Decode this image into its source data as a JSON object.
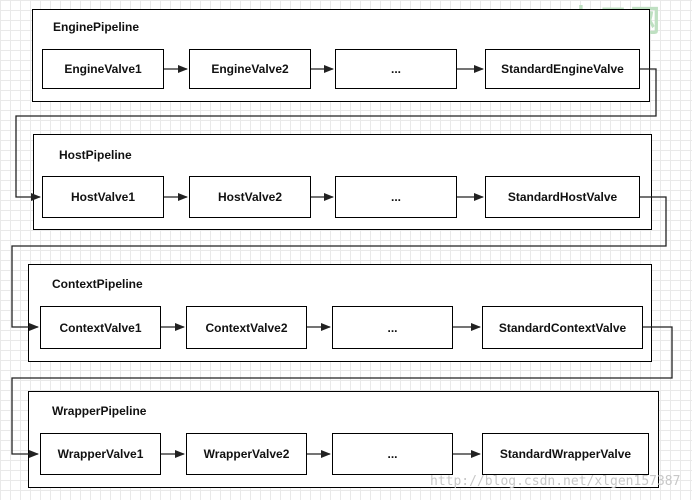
{
  "watermark": {
    "logo": "吉云网",
    "url": "http://blog.csdn.net/xlgen157387"
  },
  "pipelines": [
    {
      "title": "EnginePipeline",
      "valves": [
        "EngineValve1",
        "EngineValve2",
        "...",
        "StandardEngineValve"
      ]
    },
    {
      "title": "HostPipeline",
      "valves": [
        "HostValve1",
        "HostValve2",
        "...",
        "StandardHostValve"
      ]
    },
    {
      "title": "ContextPipeline",
      "valves": [
        "ContextValve1",
        "ContextValve2",
        "...",
        "StandardContextValve"
      ]
    },
    {
      "title": "WrapperPipeline",
      "valves": [
        "WrapperValve1",
        "WrapperValve2",
        "...",
        "StandardWrapperValve"
      ]
    }
  ]
}
